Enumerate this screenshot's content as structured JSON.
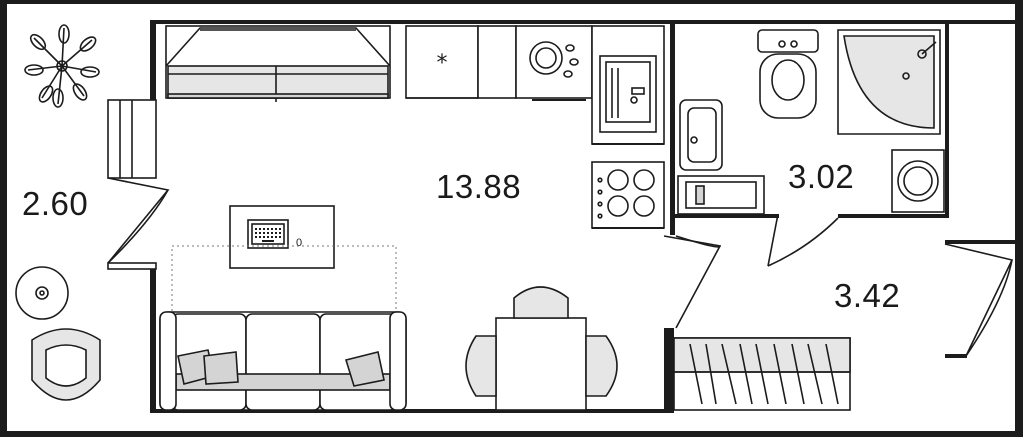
{
  "plan": {
    "areas": {
      "balcony": "2.60",
      "room": "13.88",
      "bathroom": "3.02",
      "hallway": "3.42"
    },
    "laptop_badge": "0"
  }
}
